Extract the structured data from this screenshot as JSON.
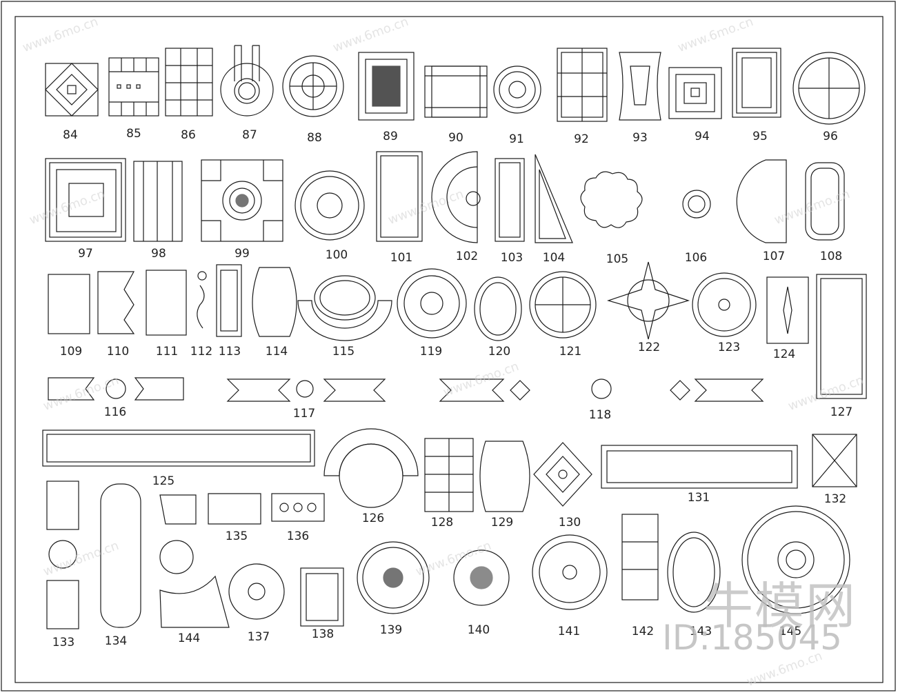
{
  "labels": {
    "l84": "84",
    "l85": "85",
    "l86": "86",
    "l87": "87",
    "l88": "88",
    "l89": "89",
    "l90": "90",
    "l91": "91",
    "l92": "92",
    "l93": "93",
    "l94": "94",
    "l95": "95",
    "l96": "96",
    "l97": "97",
    "l98": "98",
    "l99": "99",
    "l100": "100",
    "l101": "101",
    "l102": "102",
    "l103": "103",
    "l104": "104",
    "l105": "105",
    "l106": "106",
    "l107": "107",
    "l108": "108",
    "l109": "109",
    "l110": "110",
    "l111": "111",
    "l112": "112",
    "l113": "113",
    "l114": "114",
    "l115": "115",
    "l119": "119",
    "l120": "120",
    "l121": "121",
    "l122": "122",
    "l123": "123",
    "l124": "124",
    "l116": "116",
    "l117": "117",
    "l118": "118",
    "l127": "127",
    "l125": "125",
    "l126": "126",
    "l128": "128",
    "l129": "129",
    "l130": "130",
    "l131": "131",
    "l132": "132",
    "l133": "133",
    "l134": "134",
    "l135": "135",
    "l136": "136",
    "l137": "137",
    "l138": "138",
    "l139": "139",
    "l140": "140",
    "l141": "141",
    "l142": "142",
    "l143": "143",
    "l145": "145",
    "l144": "144"
  },
  "watermark": {
    "brand": "牛模网",
    "id": "ID:185045",
    "site": "www.6mo.cn"
  },
  "colors": {
    "line": "#1a1a1a",
    "watermark": "#c8c8c8"
  }
}
